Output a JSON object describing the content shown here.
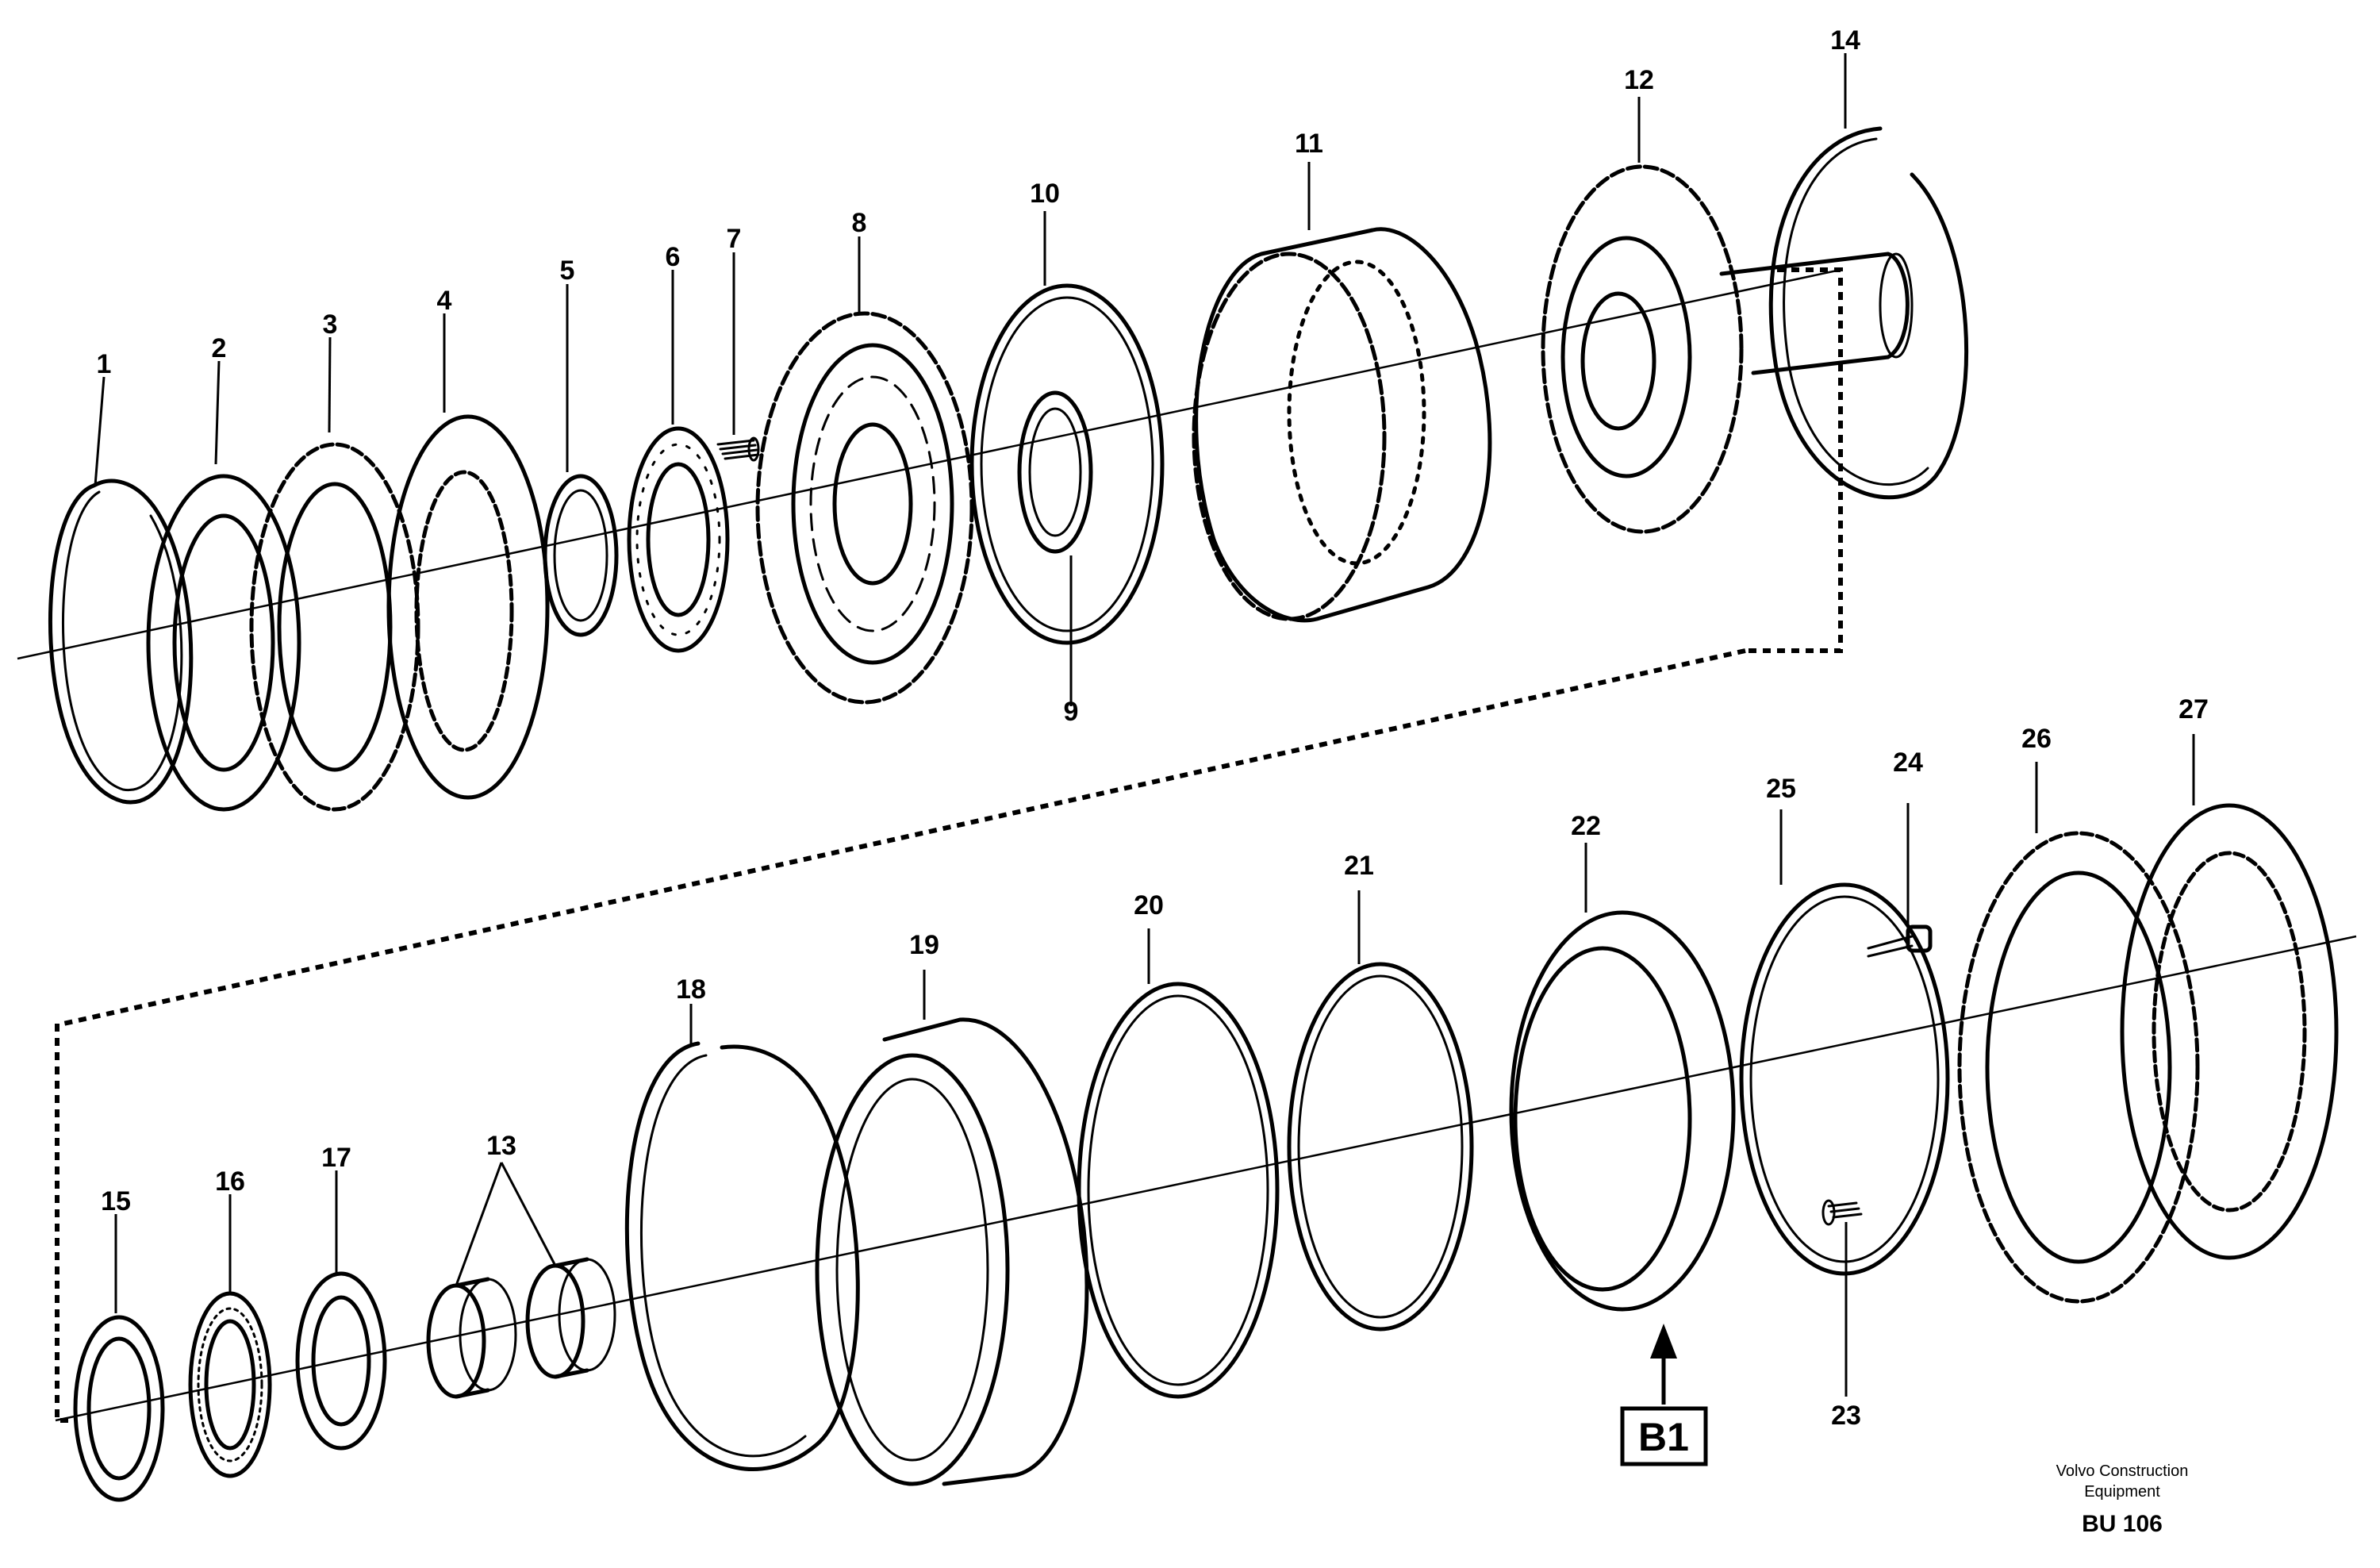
{
  "labels": {
    "p1": "1",
    "p2": "2",
    "p3": "3",
    "p4": "4",
    "p5": "5",
    "p6": "6",
    "p7": "7",
    "p8": "8",
    "p9": "9",
    "p10": "10",
    "p11": "11",
    "p12": "12",
    "p13": "13",
    "p14": "14",
    "p15": "15",
    "p16": "16",
    "p17": "17",
    "p18": "18",
    "p19": "19",
    "p20": "20",
    "p21": "21",
    "p22": "22",
    "p23": "23",
    "p24": "24",
    "p25": "25",
    "p26": "26",
    "p27": "27"
  },
  "callout": "B1",
  "footer": {
    "line1": "Volvo Construction",
    "line2": "Equipment",
    "ref": "BU 106"
  }
}
